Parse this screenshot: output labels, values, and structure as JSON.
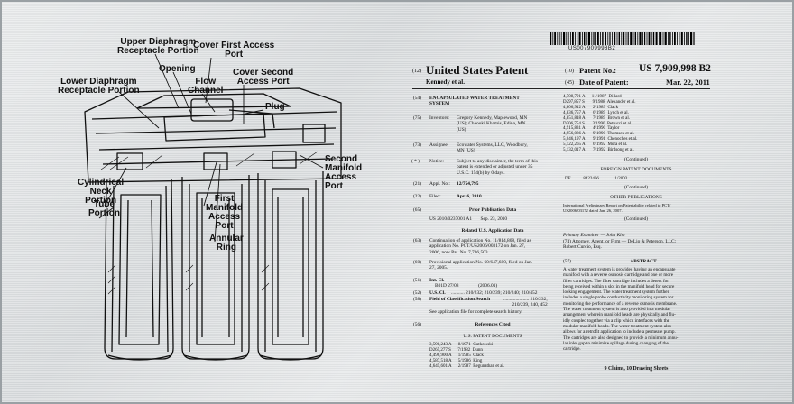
{
  "barcode_number": "US007909998B2",
  "drawing_labels": {
    "upper_diaphragm": "Upper Diaphragm\nReceptacle Portion",
    "opening": "Opening",
    "cover_first": "Cover First Access\nPort",
    "lower_diaphragm": "Lower Diaphragm\nReceptacle Portion",
    "flow_channel": "Flow\nChannel",
    "cover_second": "Cover Second\nAccess Port",
    "plug": "Plug",
    "cylindrical_neck": "Cylindrical\nNeck\nPortion",
    "second_manifold": "Second\nManifold\nAccess\nPort",
    "tube_portion": "Tube\nPortion",
    "first_manifold": "First\nManifold\nAccess\nPort",
    "annular_ring": "Annular\nRing"
  },
  "header": {
    "code12": "(12)",
    "title": "United States Patent",
    "inventor_short": "Kennedy et al.",
    "code10": "(10)",
    "patent_no_label": "Patent No.:",
    "patent_no": "US 7,909,998 B2",
    "code45": "(45)",
    "date_label": "Date of Patent:",
    "date": "Mar. 22, 2011"
  },
  "left_col": {
    "c54": "(54)",
    "title": "ENCAPSULATED WATER TREATMENT\nSYSTEM",
    "c75": "(75)",
    "inventors_label": "Inventors:",
    "inventors": "Gregory Kennedy, Maplewood, MN\n(US); Chaouki Khamis, Edina, MN\n(US)",
    "c73": "(73)",
    "assignee_label": "Assignee:",
    "assignee": "Ecowater Systems, LLC, Woodbury,\nMN (US)",
    "cstar": "( * )",
    "notice_label": "Notice:",
    "notice": "Subject to any disclaimer, the term of this\npatent is extended or adjusted under 35\nU.S.C. 154(b) by 0 days.",
    "c21": "(21)",
    "appl_label": "Appl. No.:",
    "appl": "12/754,795",
    "c22": "(22)",
    "filed_label": "Filed:",
    "filed": "Apr. 6, 2010",
    "c65": "(65)",
    "prior_pub_title": "Prior Publication Data",
    "prior_pub": "US 2010/0237001 A1       Sep. 23, 2010",
    "related_title": "Related U.S. Application Data",
    "c63": "(63)",
    "continuation": "Continuation of application No. 11/814,808, filed as\napplication No. PCT/US2006/003172 on Jan. 27,\n2006, now Pat. No. 7,736,503.",
    "c60": "(60)",
    "provisional": "Provisional application No. 60/647,680, filed on Jan.\n27, 2005.",
    "c51": "(51)",
    "intcl_label": "Int. Cl.",
    "intcl": "B01D 27/08                (2006.01)",
    "c52": "(52)",
    "uscl_label": "U.S. Cl.",
    "uscl": "........... 210/232; 210/239; 210/240; 210/452",
    "c58": "(58)",
    "field_label": "Field of Classification Search",
    "field": "..................... 210/232,\n210/239, 240, 452",
    "see_app": "See application file for complete search history.",
    "c56": "(56)",
    "refs_title": "References Cited",
    "us_docs_title": "U.S. PATENT DOCUMENTS",
    "refs_left": "3,598,243 A      8/1971  Gutkowski\nD265,277 S      7/1982  Dunn\n4,496,900 A      1/1985  Clack\n4,587,518 A      5/1986  King\n4,645,601 A      2/1987  Regunathan et al."
  },
  "right_col": {
    "refs_right": "4,708,791 A      11/1987  Dillard\nD297,857 S       9/1988  Alexander et al.\n4,806,912 A       2/1989  Clack\n4,836,757 A       6/1989  Lynch et al.\n4,851,818 A       7/1989  Brown et al.\nD306,754 S       3/1990  Petrucci et al.\n4,915,831 A       4/1990  Taylor\n4,956,086 A       9/1990  Thomsen et al.\n5,046,197 A       9/1991  Chenoches et al.\n5,122,265 A       6/1992  Mora et al.\n5,132,017 A       7/1992  Birdsong et al.",
    "continued1": "(Continued)",
    "foreign_title": "FOREIGN PATENT DOCUMENTS",
    "foreign": "DE           8422466              1/2003",
    "continued2": "(Continued)",
    "other_title": "OTHER PUBLICATIONS",
    "other": "International Preliminary Report on Patentability related to PCT/\nUS2006/03172 dated Jan. 26, 2007.",
    "continued3": "(Continued)",
    "examiner": "Primary Examiner — John Kim",
    "attorney": "(74) Attorney, Agent, or Firm — DeLio & Peterson, LLC;\nRobert Curcio, Esq.",
    "c57": "(57)",
    "abstract_title": "ABSTRACT",
    "abstract": "A water treatment system is provided having an encapsulate\nmanifold with a reverse osmosis cartridge and one or more\nfilter cartridges. The filter cartridge includes a detent for\nbeing received within a slot in the manifold head for secure\nlocking engagement. The water treatment system further\nincludes a single probe conductivity monitoring system for\nmonitoring the performance of a reverse osmosis membrane.\nThe water treatment system is also provided in a modular\narrangement wherein manifold heads are physically and flu-\nidly coupled together via a clip which interfaces with the\nmodular manifold heads. The water treatment system also\nallows for a retrofit application to include a permeate pump.\nThe cartridges are also designed to provide a minimum annu-\nlar inlet gap to minimize spillage during changing of the\ncartridge.",
    "claims": "9 Claims, 10 Drawing Sheets"
  }
}
